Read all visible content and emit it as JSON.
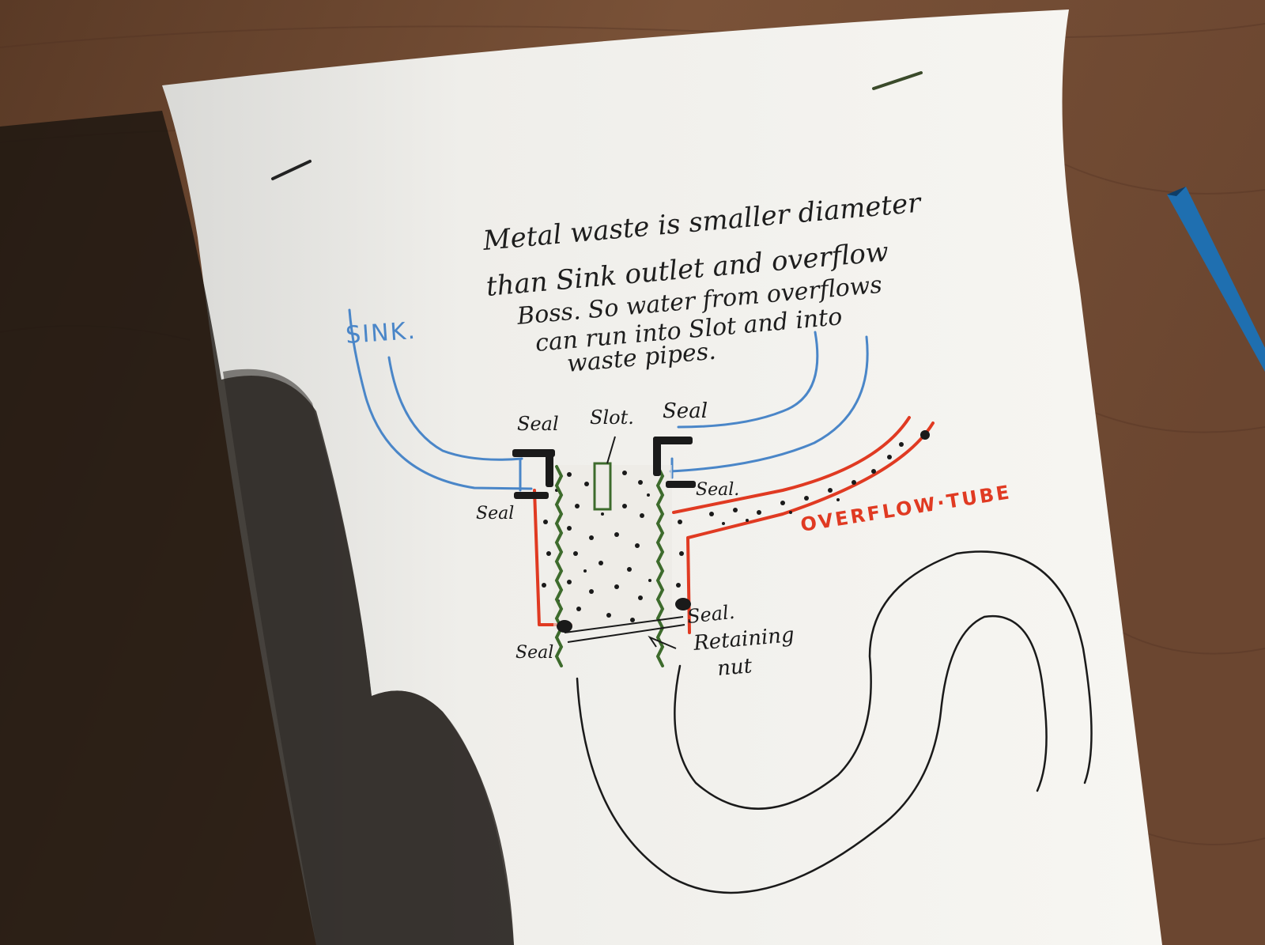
{
  "note": {
    "lines": [
      "Metal waste is smaller diameter",
      "than Sink outlet and overflow",
      "Boss. So water from overflows",
      "can run into Slot and into",
      "waste pipes."
    ]
  },
  "labels": {
    "sink": "SINK.",
    "seal_top_left": "Seal",
    "slot": "Slot.",
    "seal_top_right": "Seal",
    "seal_right_mid": "Seal.",
    "seal_left_mid": "Seal",
    "overflow_tube": "OVERFLOW·TUBE",
    "seal_bottom_right": "Seal.",
    "seal_bottom_left": "Seal",
    "retaining_nut_line1": "Retaining",
    "retaining_nut_line2": "nut"
  },
  "colors": {
    "table": "#6e4a32",
    "paper": "#f1f0ec",
    "sink_blue": "#4a86c8",
    "overflow_red": "#e03a22",
    "thread_green": "#3d6b2c",
    "ink": "#1a1a1a",
    "pen_blue": "#1f6fb0",
    "pen_cap_red": "#d81e1e"
  },
  "icons": [
    "blue-pen-icon",
    "red-pen-cap-icon"
  ]
}
